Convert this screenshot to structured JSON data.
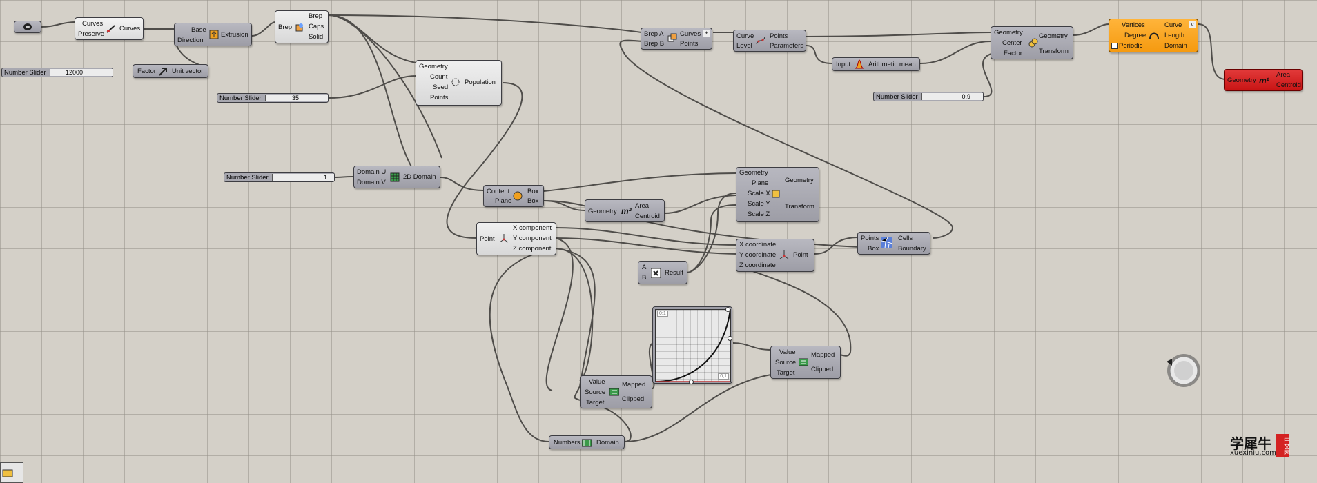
{
  "nodes": {
    "boolean": {
      "icon": "circle-toggle-icon"
    },
    "curves": {
      "in1": "Curves",
      "in2": "Preserve",
      "out": "Curves"
    },
    "extrusion": {
      "in1": "Base",
      "in2": "Direction",
      "title": "Extrusion"
    },
    "brep_deconstruct": {
      "in": "Brep",
      "out1": "Brep",
      "out2": "Caps",
      "out3": "Solid"
    },
    "unit_vector": {
      "in": "Factor",
      "title": "Unit vector"
    },
    "slider_12000": {
      "name": "Number Slider",
      "value": "12000"
    },
    "slider_35": {
      "name": "Number Slider",
      "value": "35"
    },
    "slider_1": {
      "name": "Number Slider",
      "value": "1"
    },
    "slider_09": {
      "name": "Number Slider",
      "value": "0.9"
    },
    "populate": {
      "in1": "Geometry",
      "in2": "Count",
      "in3": "Seed",
      "in4": "Points",
      "out": "Population"
    },
    "domain2d": {
      "in1": "Domain U",
      "in2": "Domain V",
      "title": "2D Domain"
    },
    "brep_brep": {
      "in1": "Brep A",
      "in2": "Brep B",
      "out1": "Curves",
      "out2": "Points"
    },
    "curve_level": {
      "in1": "Curve",
      "in2": "Level",
      "out1": "Points",
      "out2": "Parameters"
    },
    "average": {
      "in": "Input",
      "title": "Arithmetic mean"
    },
    "scale": {
      "in1": "Geometry",
      "in2": "Center",
      "in3": "Factor",
      "out1": "Geometry",
      "out2": "Transform"
    },
    "polyline": {
      "in1": "Vertices",
      "in2": "Degree",
      "in3": "Periodic",
      "out1": "Curve",
      "out2": "Length",
      "out3": "Domain"
    },
    "area_red": {
      "in": "Geometry",
      "out1": "Area",
      "out2": "Centroid"
    },
    "bbox": {
      "in1": "Content",
      "in2": "Plane",
      "out1": "Box",
      "out2": "Box"
    },
    "area_mid": {
      "in": "Geometry",
      "out1": "Area",
      "out2": "Centroid"
    },
    "scale_nu": {
      "in1": "Geometry",
      "in2": "Plane",
      "in3": "Scale X",
      "in4": "Scale Y",
      "in5": "Scale Z",
      "out1": "Geometry",
      "out2": "Transform"
    },
    "deconstruct_pt": {
      "in": "Point",
      "out1": "X component",
      "out2": "Y component",
      "out3": "Z component"
    },
    "construct_pt": {
      "in1": "X coordinate",
      "in2": "Y coordinate",
      "in3": "Z coordinate",
      "out": "Point"
    },
    "voronoi": {
      "in1": "Points",
      "in2": "Box",
      "out1": "Cells",
      "out2": "Boundary"
    },
    "mult": {
      "in1": "A",
      "in2": "B",
      "out": "Result"
    },
    "graph": {
      "corner1": "0;1",
      "corner2": "0;1"
    },
    "remap1": {
      "in1": "Value",
      "in2": "Source",
      "in3": "Target",
      "out1": "Mapped",
      "out2": "Clipped"
    },
    "remap2": {
      "in1": "Value",
      "in2": "Source",
      "in3": "Target",
      "out1": "Mapped",
      "out2": "Clipped"
    },
    "bounds": {
      "in": "Numbers",
      "title": "Domain"
    }
  },
  "watermark": {
    "cn": "学犀牛",
    "sub": "xuexiniu.com",
    "badge": "中文网"
  },
  "colors": {
    "canvas": "#d4d0c8",
    "wire": "#4f4d4a",
    "node": "#a9a9b2",
    "orange": "#f7a423",
    "red": "#d42222"
  }
}
